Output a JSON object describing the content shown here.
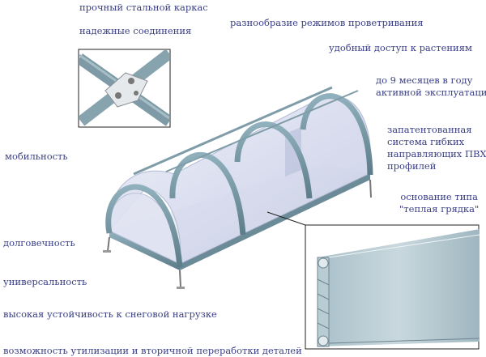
{
  "labels": {
    "steel_frame": "прочный стальной каркас",
    "reliable_joints": "надежные соединения",
    "ventilation": "разнообразие режимов проветривания",
    "plant_access": "удобный доступ к растениям",
    "months_line1": "до 9 месяцев в году",
    "months_line2": "активной эксплуатации",
    "patent_line1": "запатентованная",
    "patent_line2": "система гибких",
    "patent_line3": "направляющих ПВХ-",
    "patent_line4": "профилей",
    "mobility": "мобильность",
    "base_line1": "основание типа",
    "base_line2": "\"теплая грядка\"",
    "durability": "долговечность",
    "universality": "универсальность",
    "snow_resistance": "высокая устойчивость к снеговой нагрузке",
    "recycling": "возможность утилизации и вторичной переработки деталей"
  },
  "colors": {
    "text": "#3a3f86",
    "frame": "#6f8f9c",
    "polycarbonate": "#d9dcee",
    "base": "#7e98a3"
  }
}
